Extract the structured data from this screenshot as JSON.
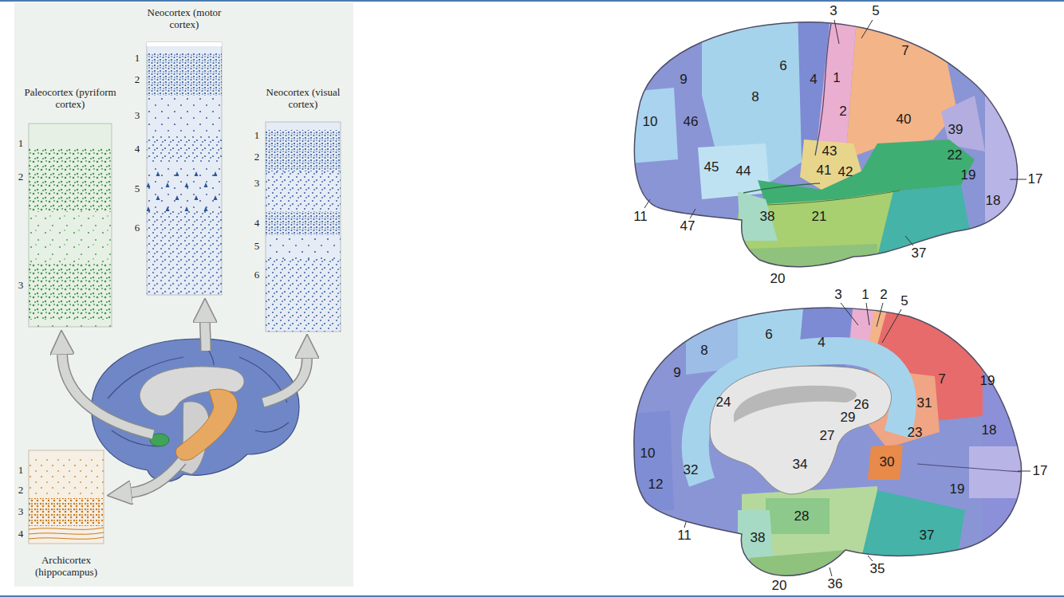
{
  "diagram": {
    "nodes": [
      {
        "text": [
          "Paleocortex (pyriform cortex)"
        ]
      },
      {
        "text": [
          "Neocortex (motor cortex)"
        ]
      },
      {
        "text": [
          "Neocortex (visual cortex)"
        ]
      },
      {
        "text": [
          "Archicortex (hippocampus)"
        ]
      }
    ],
    "labels": [
      "1",
      "2",
      "3",
      "1",
      "2",
      "3",
      "4",
      "5",
      "6",
      "1",
      "2",
      "3",
      "4",
      "5",
      "6",
      "1",
      "2",
      "3",
      "4",
      "3",
      "5",
      "7",
      "1",
      "6",
      "4",
      "9",
      "8",
      "2",
      "40",
      "10",
      "46",
      "39",
      "43",
      "22",
      "45",
      "44",
      "41",
      "42",
      "19",
      "17",
      "18",
      "11",
      "47",
      "38",
      "21",
      "37",
      "20",
      "3",
      "1",
      "2",
      "5",
      "6",
      "4",
      "8",
      "7",
      "19",
      "9",
      "24",
      "31",
      "26",
      "29",
      "23",
      "27",
      "18",
      "10",
      "34",
      "32",
      "30",
      "17",
      "12",
      "28",
      "19",
      "11",
      "38",
      "37",
      "35",
      "36",
      "20"
    ]
  }
}
